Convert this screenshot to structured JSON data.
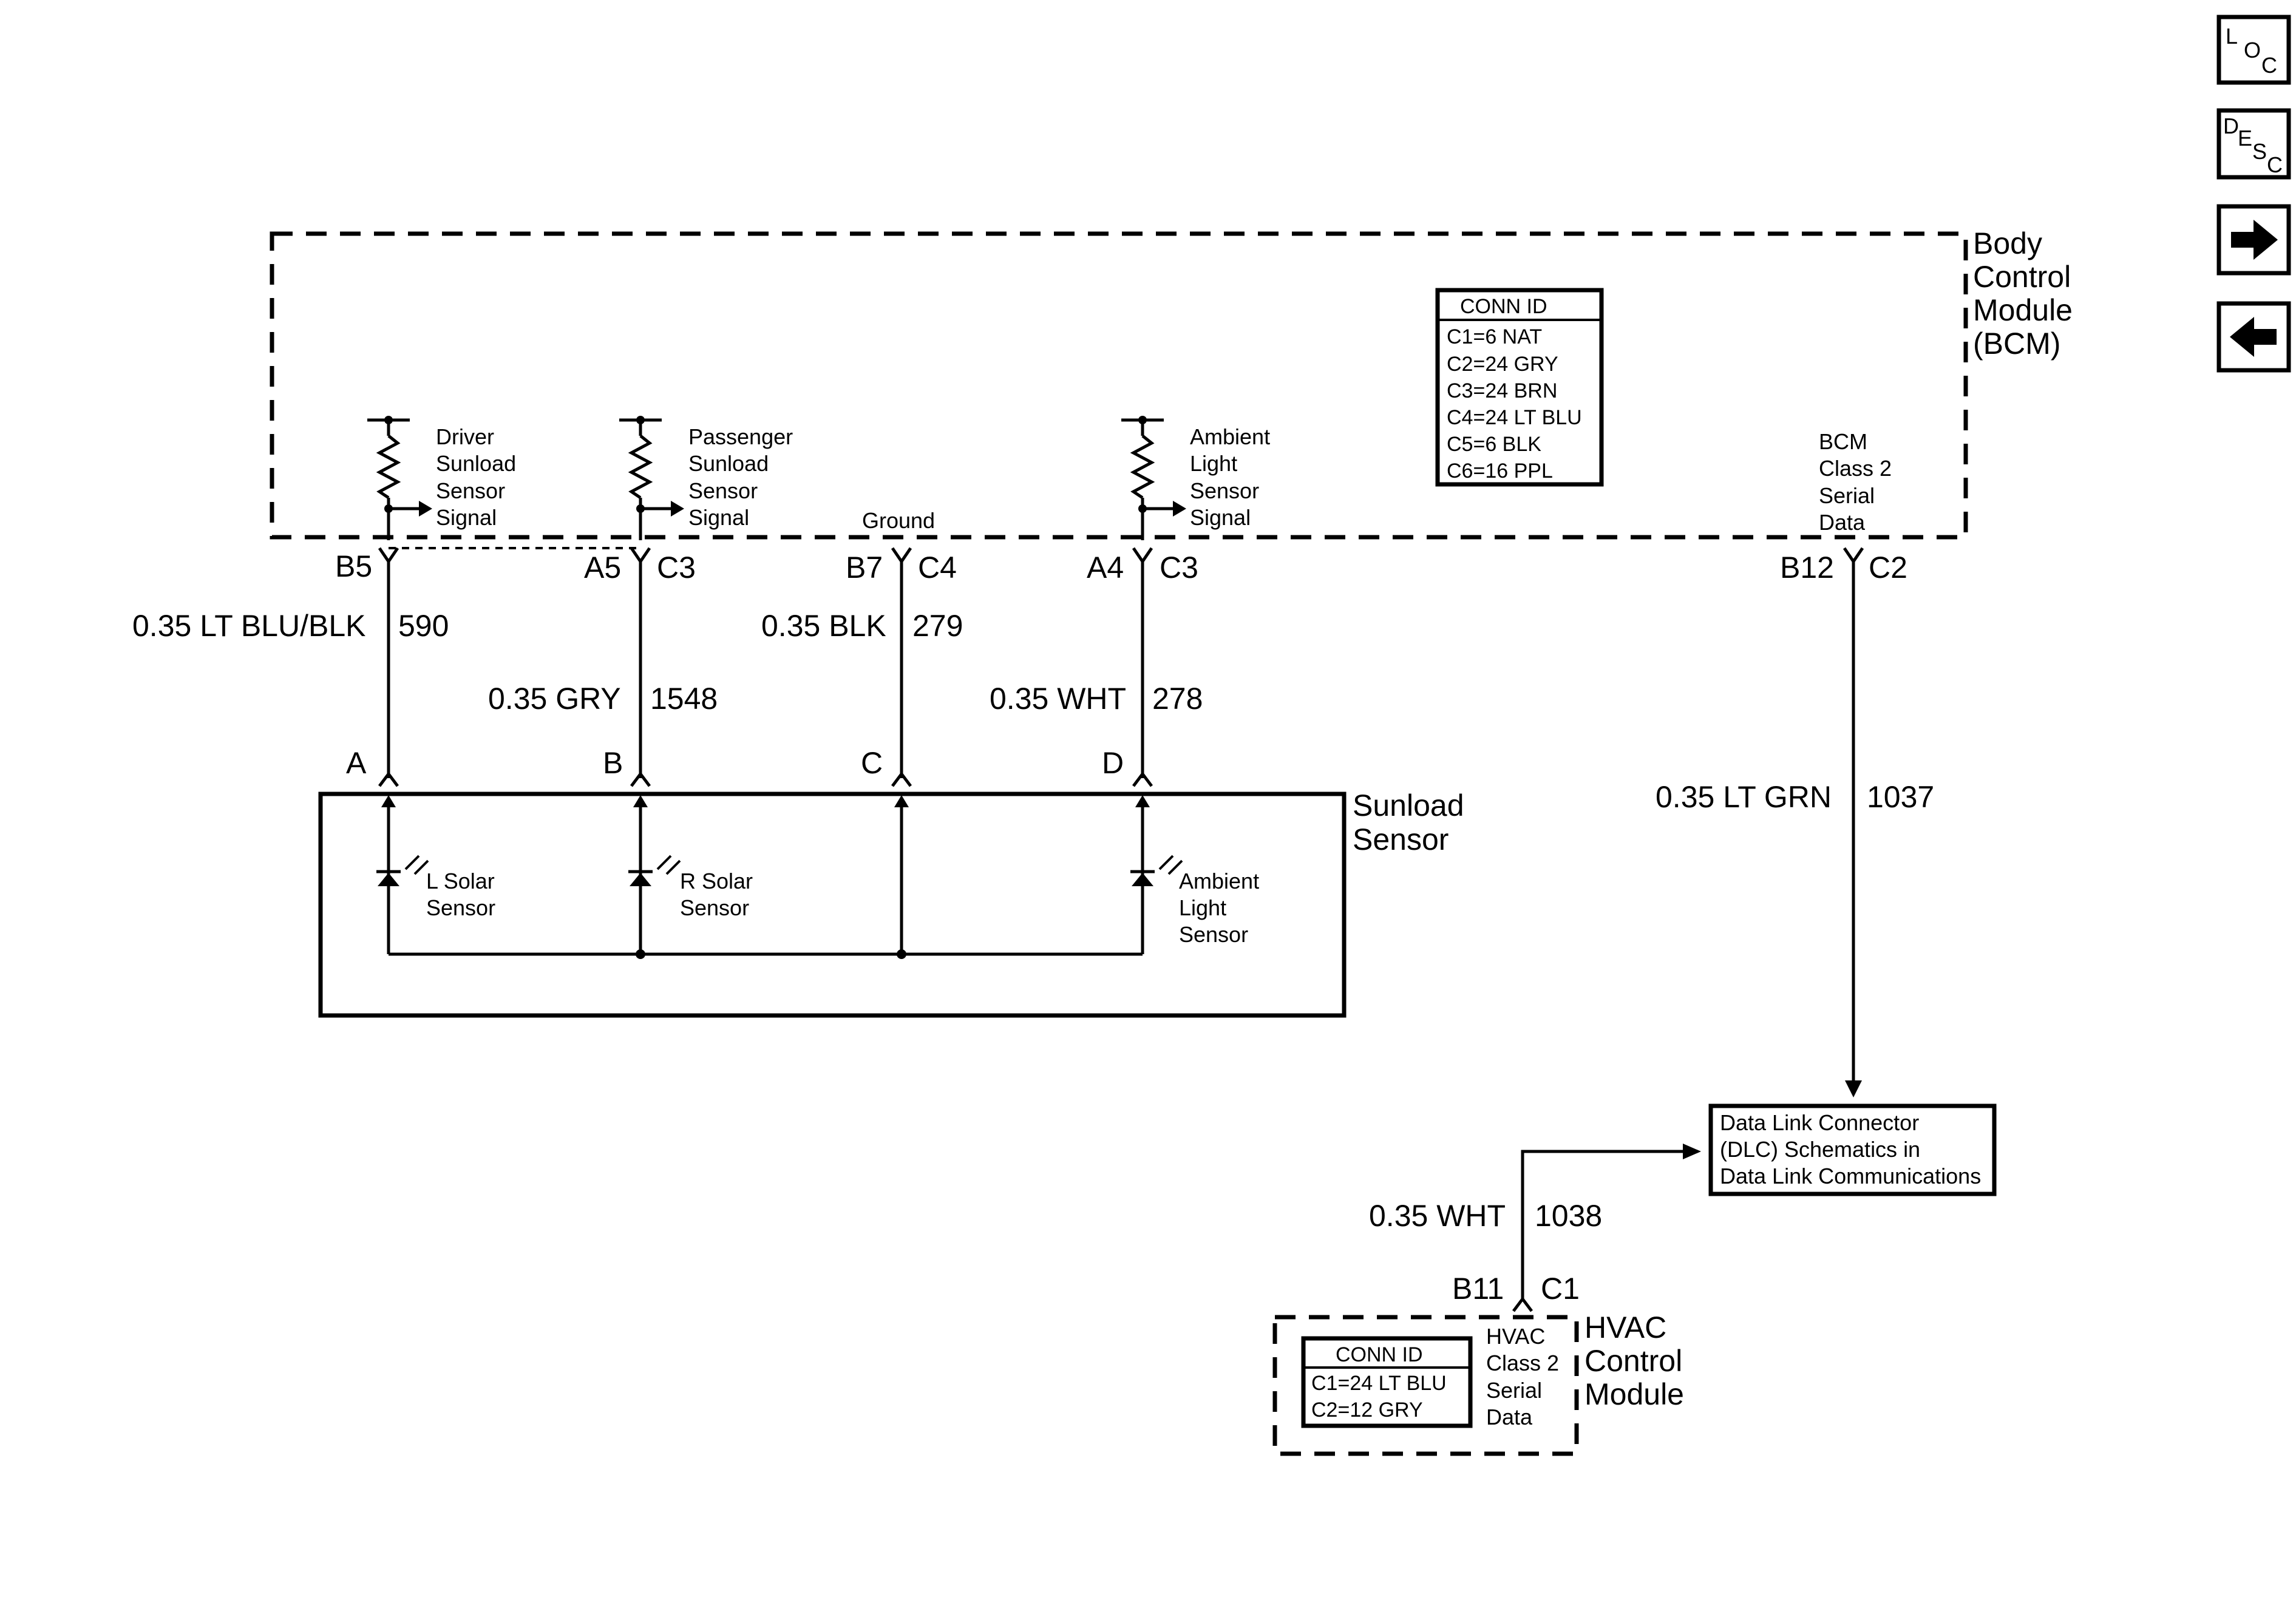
{
  "nav": {
    "loc": {
      "l": "L",
      "o": "O",
      "c": "C"
    },
    "desc": {
      "d": "D",
      "e": "E",
      "s": "S",
      "c": "C"
    },
    "next_icon": "arrow-right-icon",
    "prev_icon": "arrow-left-icon"
  },
  "bcm": {
    "title": [
      "Body",
      "Control",
      "Module",
      "(BCM)"
    ],
    "conn_id": {
      "header": "CONN ID",
      "rows": [
        "C1=6 NAT",
        "C2=24 GRY",
        "C3=24 BRN",
        "C4=24 LT BLU",
        "C5=6 BLK",
        "C6=16 PPL"
      ]
    },
    "signals": {
      "driver": [
        "Driver",
        "Sunload",
        "Sensor",
        "Signal"
      ],
      "passenger": [
        "Passenger",
        "Sunload",
        "Sensor",
        "Signal"
      ],
      "ground": "Ground",
      "ambient": [
        "Ambient",
        "Light",
        "Sensor",
        "Signal"
      ],
      "class2": [
        "BCM",
        "Class 2",
        "Serial",
        "Data"
      ]
    },
    "pins": {
      "driver": [
        "B5"
      ],
      "passenger": [
        "A5",
        "C3"
      ],
      "ground": [
        "B7",
        "C4"
      ],
      "ambient": [
        "A4",
        "C3"
      ],
      "class2": [
        "B12",
        "C2"
      ]
    }
  },
  "wires": {
    "driver": {
      "color": "0.35 LT BLU/BLK",
      "circuit": "590"
    },
    "passenger": {
      "color": "0.35 GRY",
      "circuit": "1548"
    },
    "ground": {
      "color": "0.35 BLK",
      "circuit": "279"
    },
    "ambient": {
      "color": "0.35 WHT",
      "circuit": "278"
    },
    "class2_bcm": {
      "color": "0.35 LT GRN",
      "circuit": "1037"
    },
    "class2_hvac": {
      "color": "0.35 WHT",
      "circuit": "1038"
    }
  },
  "sunload_sensor": {
    "title": [
      "Sunload",
      "Sensor"
    ],
    "terminals": [
      "A",
      "B",
      "C",
      "D"
    ],
    "elements": {
      "left": [
        "L Solar",
        "Sensor"
      ],
      "right": [
        "R Solar",
        "Sensor"
      ],
      "ambient": [
        "Ambient",
        "Light",
        "Sensor"
      ]
    }
  },
  "dlc": {
    "lines": [
      "Data Link Connector",
      "(DLC) Schematics in",
      "Data Link Communications"
    ]
  },
  "hvac": {
    "title": [
      "HVAC",
      "Control",
      "Module"
    ],
    "conn_id": {
      "header": "CONN ID",
      "rows": [
        "C1=24 LT BLU",
        "C2=12 GRY"
      ]
    },
    "signal": [
      "HVAC",
      "Class 2",
      "Serial",
      "Data"
    ],
    "pins": [
      "B11",
      "C1"
    ]
  }
}
